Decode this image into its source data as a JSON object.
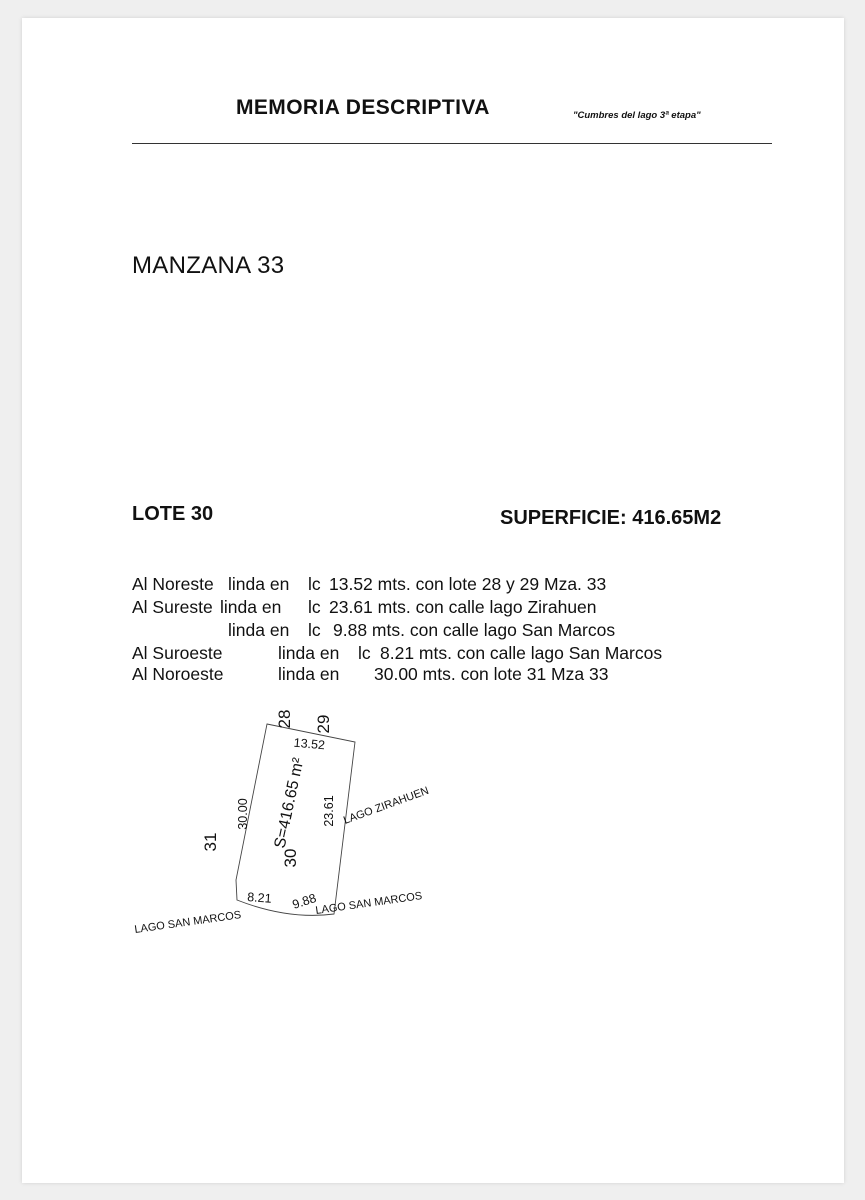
{
  "header": {
    "title": "MEMORIA DESCRIPTIVA",
    "subtitle": "\"Cumbres del lago 3ª etapa\""
  },
  "manzana": "MANZANA 33",
  "lote": {
    "label": "LOTE 30",
    "superficie": "SUPERFICIE: 416.65M2"
  },
  "colindancias": [
    {
      "dir": "Al Noreste",
      "linda": "linda en",
      "lc": "lc",
      "medida": "13.52 mts. con lote 28 y 29 Mza. 33"
    },
    {
      "dir": "Al Sureste",
      "linda": "linda en",
      "lc": "lc",
      "medida": "23.61 mts. con calle lago Zirahuen"
    },
    {
      "dir": "",
      "linda": "linda en",
      "lc": "lc",
      "medida": "9.88 mts. con calle lago San Marcos"
    },
    {
      "dir": "Al Suroeste",
      "linda": "linda en",
      "lc": "lc",
      "medida": "8.21 mts. con calle lago San Marcos"
    },
    {
      "dir": "Al Noroeste",
      "linda": "linda en",
      "lc": "",
      "medida": "30.00 mts. con lote 31 Mza 33"
    }
  ],
  "croquis": {
    "lote_num": "30",
    "superficie": "S=416.65 m²",
    "lote_28": "28",
    "lote_29": "29",
    "lote_31": "31",
    "m_noreste": "13.52",
    "m_sureste": "23.61",
    "m_noroeste": "30.00",
    "m_suroeste": "8.21",
    "m_sur": "9.88",
    "calle_zirahuen": "LAGO   ZIRAHUEN",
    "calle_sanmarcos_1": "LAGO SAN MARCOS",
    "calle_sanmarcos_2": "LAGO SAN MARCOS"
  }
}
